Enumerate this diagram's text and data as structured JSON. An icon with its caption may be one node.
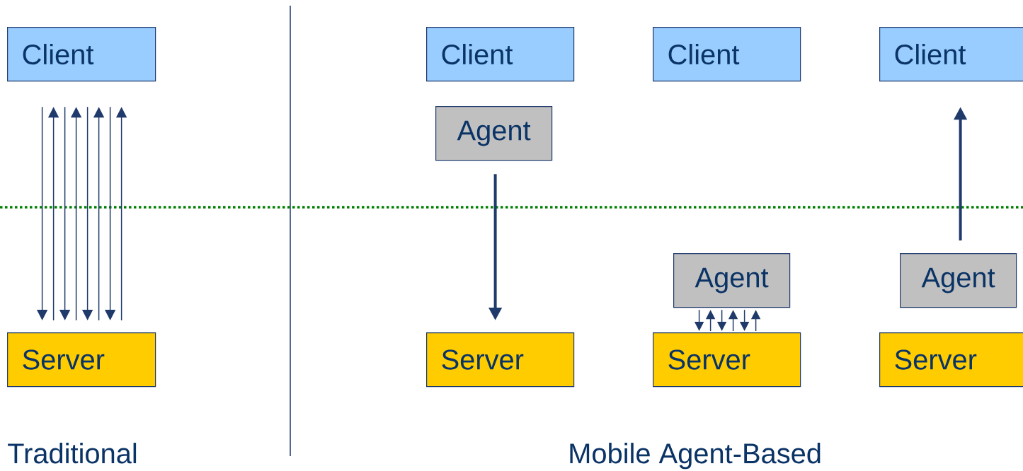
{
  "diagram": {
    "nodes": [
      {
        "text": [
          "Client"
        ]
      },
      {
        "text": [
          "Server"
        ]
      },
      {
        "text": [
          "Client"
        ]
      },
      {
        "text": [
          "Agent"
        ]
      },
      {
        "text": [
          "Server"
        ]
      },
      {
        "text": [
          "Client"
        ]
      },
      {
        "text": [
          "Agent"
        ]
      },
      {
        "text": [
          "Server"
        ]
      },
      {
        "text": [
          "Client"
        ]
      },
      {
        "text": [
          "Agent"
        ]
      },
      {
        "text": [
          "Server"
        ]
      }
    ],
    "edges": [
      {
        "from": 0,
        "to": 1,
        "arrow": "to"
      },
      {
        "from": 1,
        "to": 0,
        "arrow": "to"
      },
      {
        "from": 0,
        "to": 1,
        "arrow": "to"
      },
      {
        "from": 1,
        "to": 0,
        "arrow": "to"
      },
      {
        "from": 0,
        "to": 1,
        "arrow": "to"
      },
      {
        "from": 1,
        "to": 0,
        "arrow": "to"
      },
      {
        "from": 0,
        "to": 1,
        "arrow": "to"
      },
      {
        "from": 1,
        "to": 0,
        "arrow": "to"
      },
      {
        "from": 3,
        "to": 4,
        "arrow": "to",
        "style": "thick"
      },
      {
        "from": 6,
        "to": 7,
        "arrow": "to"
      },
      {
        "from": 7,
        "to": 6,
        "arrow": "to"
      },
      {
        "from": 6,
        "to": 7,
        "arrow": "to"
      },
      {
        "from": 7,
        "to": 6,
        "arrow": "to"
      },
      {
        "from": 6,
        "to": 7,
        "arrow": "to"
      },
      {
        "from": 7,
        "to": 6,
        "arrow": "to"
      },
      {
        "from": 9,
        "to": 8,
        "arrow": "to",
        "style": "thick"
      }
    ],
    "labels": [
      "Traditional",
      "Mobile Agent-Based"
    ]
  }
}
